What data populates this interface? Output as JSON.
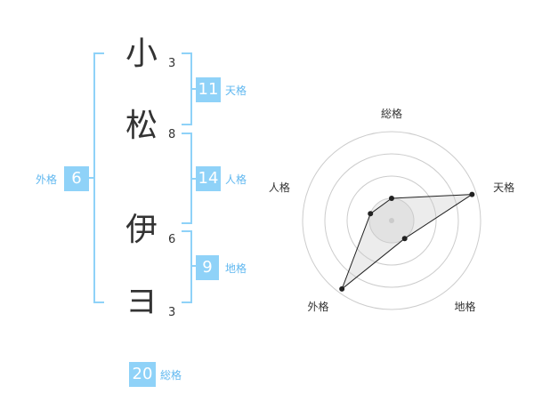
{
  "name": {
    "chars": [
      "小",
      "松",
      "伊",
      "ヨ"
    ],
    "strokes": [
      "3",
      "8",
      "6",
      "3"
    ]
  },
  "fortunes": {
    "tenkaku": {
      "value": "11",
      "label": "天格"
    },
    "jinkaku": {
      "value": "14",
      "label": "人格"
    },
    "chikaku": {
      "value": "9",
      "label": "地格"
    },
    "gaikaku": {
      "value": "6",
      "label": "外格"
    },
    "soukaku": {
      "value": "20",
      "label": "総格"
    }
  },
  "colors": {
    "badge": "#8fd2f8",
    "label": "#61b8f0",
    "text": "#333333"
  },
  "chart_data": {
    "type": "radar",
    "axes": [
      "総格",
      "天格",
      "地格",
      "外格",
      "人格"
    ],
    "values": [
      0.25,
      0.95,
      0.25,
      0.95,
      0.25
    ],
    "max": 1,
    "rings": 4
  }
}
